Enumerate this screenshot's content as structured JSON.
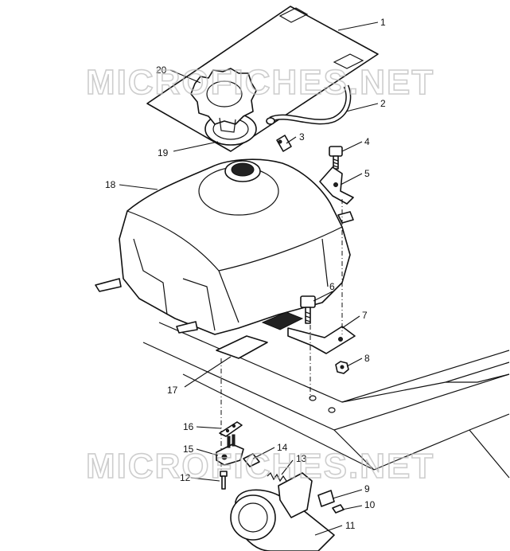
{
  "watermark": "MICROFICHES.NET",
  "callouts": [
    {
      "id": "1",
      "label": "1"
    },
    {
      "id": "2",
      "label": "2"
    },
    {
      "id": "3",
      "label": "3"
    },
    {
      "id": "4",
      "label": "4"
    },
    {
      "id": "5",
      "label": "5"
    },
    {
      "id": "6",
      "label": "6"
    },
    {
      "id": "7",
      "label": "7"
    },
    {
      "id": "8",
      "label": "8"
    },
    {
      "id": "9",
      "label": "9"
    },
    {
      "id": "10",
      "label": "10"
    },
    {
      "id": "11",
      "label": "11"
    },
    {
      "id": "12",
      "label": "12"
    },
    {
      "id": "13",
      "label": "13"
    },
    {
      "id": "14",
      "label": "14"
    },
    {
      "id": "15",
      "label": "15"
    },
    {
      "id": "16",
      "label": "16"
    },
    {
      "id": "17",
      "label": "17"
    },
    {
      "id": "18",
      "label": "18"
    },
    {
      "id": "19",
      "label": "19"
    },
    {
      "id": "20",
      "label": "20"
    }
  ]
}
